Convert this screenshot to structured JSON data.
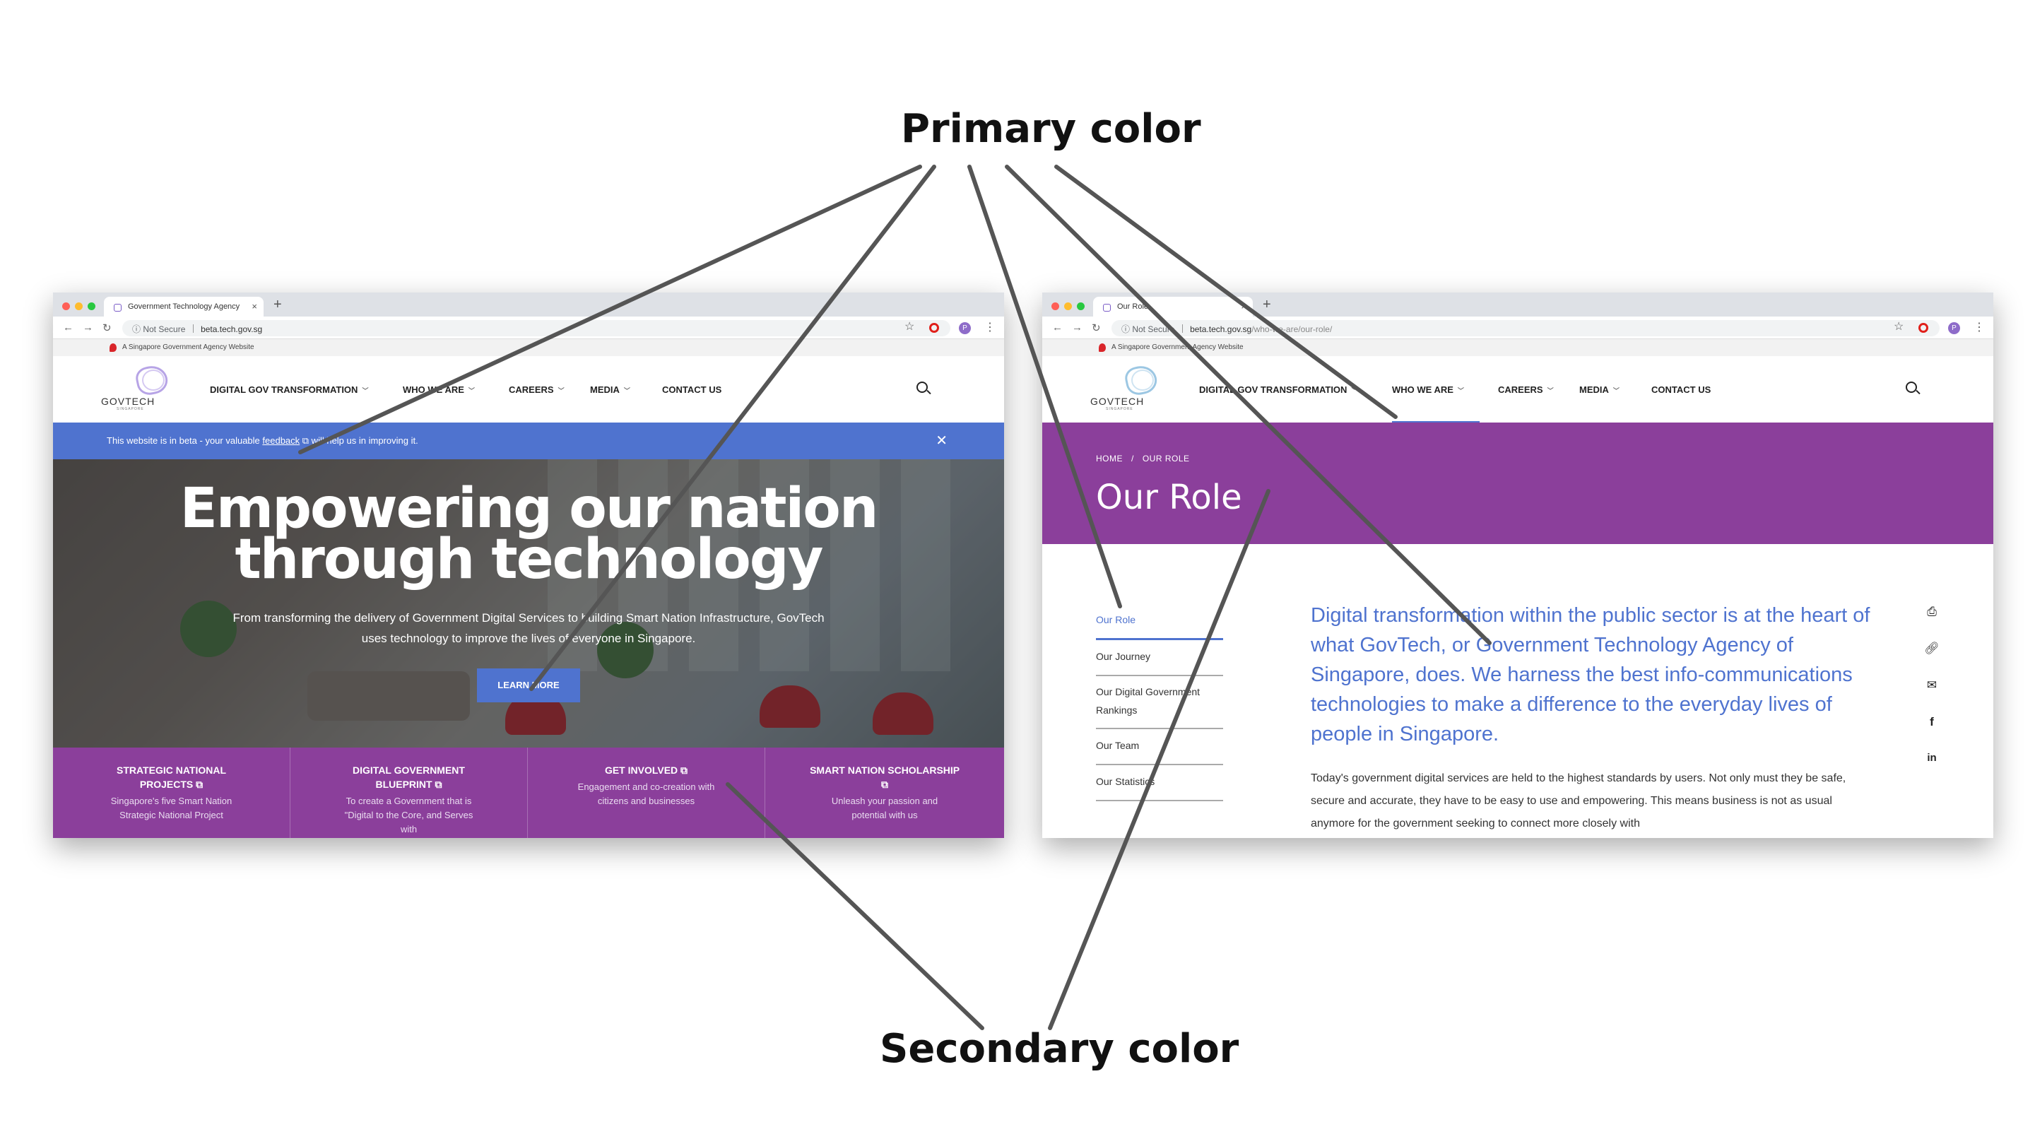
{
  "annotations": {
    "primary_label": "Primary color",
    "secondary_label": "Secondary color"
  },
  "colors": {
    "primary": "#4f73cf",
    "secondary": "#8b3f9b"
  },
  "window1": {
    "tab_title": "Government Technology Agency",
    "address_security": "Not Secure",
    "address_url": "beta.tech.gov.sg",
    "masthead": "A Singapore Government Agency Website",
    "logo_text": "GOVTECH",
    "logo_sub": "SINGAPORE",
    "nav": [
      "DIGITAL GOV TRANSFORMATION",
      "WHO WE ARE",
      "CAREERS",
      "MEDIA",
      "CONTACT US"
    ],
    "banner": {
      "before": "This website is in beta - your valuable ",
      "link": "feedback",
      "after": " will help us in improving it."
    },
    "hero": {
      "title_line1": "Empowering our nation",
      "title_line2": "through technology",
      "subtitle": "From transforming the delivery of Government Digital Services to building Smart Nation Infrastructure, GovTech uses technology to improve the lives of everyone in Singapore.",
      "button": "LEARN MORE"
    },
    "cards": [
      {
        "title": "STRATEGIC NATIONAL PROJECTS",
        "desc": "Singapore's five Smart Nation Strategic National Project"
      },
      {
        "title": "DIGITAL GOVERNMENT BLUEPRINT",
        "desc": "To create a Government that is \"Digital to the Core, and Serves with"
      },
      {
        "title": "GET INVOLVED",
        "desc": "Engagement and co-creation with citizens and businesses"
      },
      {
        "title": "SMART NATION SCHOLARSHIP",
        "desc": "Unleash your passion and potential with us"
      }
    ]
  },
  "window2": {
    "tab_title": "Our Role",
    "address_security": "Not Secure",
    "address_url_host": "beta.tech.gov.sg",
    "address_url_path": "/who-we-are/our-role/",
    "masthead": "A Singapore Government Agency Website",
    "logo_text": "GOVTECH",
    "logo_sub": "SINGAPORE",
    "nav": [
      "DIGITAL GOV TRANSFORMATION",
      "WHO WE ARE",
      "CAREERS",
      "MEDIA",
      "CONTACT US"
    ],
    "breadcrumb": [
      "HOME",
      "OUR ROLE"
    ],
    "breadcrumb_sep": "/",
    "page_title": "Our Role",
    "side_menu": [
      "Our Role",
      "Our Journey",
      "Our Digital Government Rankings",
      "Our Team",
      "Our Statistics"
    ],
    "lead": "Digital transformation within the public sector is at the heart of what GovTech, or Government Technology Agency of Singapore, does. We harness the best info-communications technologies to make a difference to the everyday lives of people in Singapore.",
    "body": "Today's government digital services are held to the highest standards by users. Not only must they be safe, secure and accurate, they have to be easy to use and empowering. This means business is not as usual anymore for the government seeking to connect more closely with"
  },
  "icons": {
    "print": "print-icon",
    "link": "link-icon",
    "email": "email-icon",
    "facebook": "facebook-icon",
    "linkedin": "linkedin-icon"
  }
}
